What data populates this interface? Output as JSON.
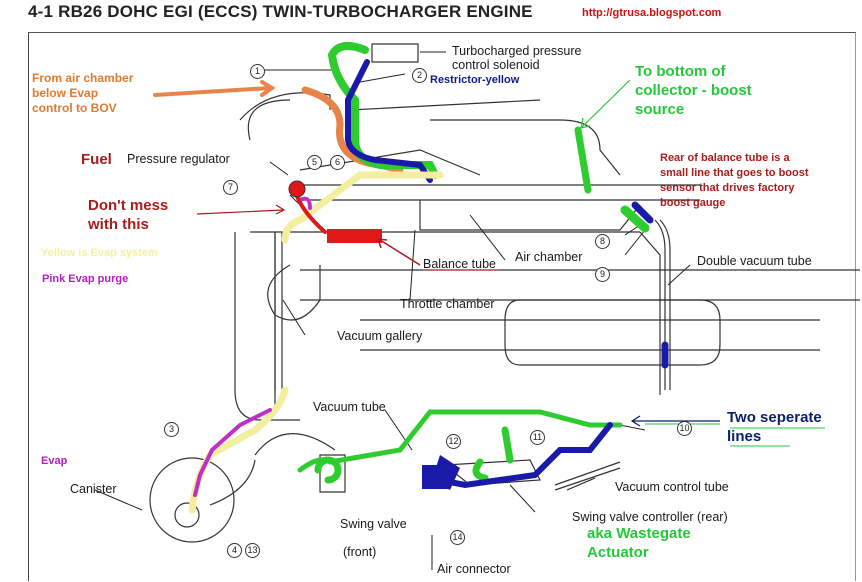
{
  "header": {
    "title": "4-1  RB26 DOHC EGI (ECCS) TWIN-TURBOCHARGER ENGINE",
    "url": "http://gtrusa.blogspot.com"
  },
  "colors": {
    "vacuum_green": "#2ecc2e",
    "vacuum_blue": "#1a1aa8",
    "bov_orange": "#e8844a",
    "evap_yellow": "#f3eea0",
    "evap_pink": "#c030c8",
    "fuel_red": "#e01818"
  },
  "labels": {
    "solenoid_line1": "Turbocharged pressure",
    "solenoid_line2": "control solenoid",
    "pressure_regulator": "Pressure regulator",
    "balance_tube": "Balance tube",
    "air_chamber": "Air chamber",
    "throttle_chamber": "Throttle chamber",
    "double_vacuum_tube": "Double vacuum tube",
    "vacuum_gallery": "Vacuum gallery",
    "vacuum_tube": "Vacuum tube",
    "vacuum_control_tube": "Vacuum control tube",
    "canister": "Canister",
    "swing_valve": "Swing valve",
    "swing_valve_front": "(front)",
    "swing_valve_controller": "Swing valve controller (rear)",
    "air_connector": "Air connector"
  },
  "callouts": [
    "1",
    "2",
    "3",
    "4",
    "5",
    "6",
    "7",
    "8",
    "9",
    "10",
    "11",
    "12",
    "13",
    "14"
  ],
  "annotations": {
    "bov_line1": "From air chamber",
    "bov_line2": "below Evap",
    "bov_line3": "control to BOV",
    "restrictor": "Restrictor-yellow",
    "boost_source_line1": "To bottom of",
    "boost_source_line2": "collector - boost",
    "boost_source_line3": "source",
    "fuel": "Fuel",
    "dont_mess_line1": "Don't mess",
    "dont_mess_line2": "with this",
    "rear_balance_line1": "Rear of balance tube is a",
    "rear_balance_line2": "small line that goes to boost",
    "rear_balance_line3": "sensor that drives factory",
    "rear_balance_line4": "boost gauge",
    "yellow_evap": "Yellow is Evap system",
    "pink_evap": "Pink Evap purge",
    "evap": "Evap",
    "two_lines_line1": "Two seperate",
    "two_lines_line2": "lines",
    "wastegate_line1": "aka Wastegate",
    "wastegate_line2": "Actuator"
  }
}
